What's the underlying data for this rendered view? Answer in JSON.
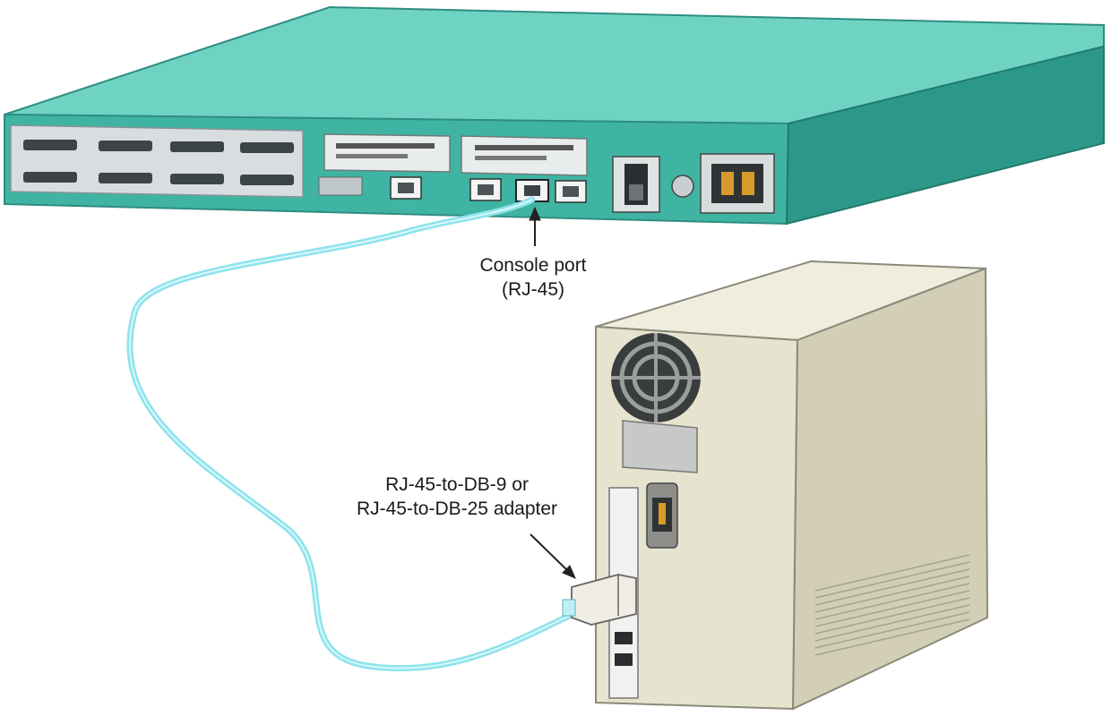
{
  "labels": {
    "console_port_line1": "Console port",
    "console_port_line2": "(RJ-45)",
    "adapter_line1": "RJ-45-to-DB-9 or",
    "adapter_line2": "RJ-45-to-DB-25 adapter"
  },
  "colors": {
    "router_top": "#6fd3c4",
    "router_front": "#3fb4a2",
    "router_side": "#2c9889",
    "cable": "#8ee3ec",
    "pc_case": "#e6e3cf",
    "pc_side": "#d2cfb6",
    "port_panel": "#f1f1f1"
  },
  "icons": [
    "router-chassis",
    "serial-connector-icon",
    "rj45-port-icon",
    "power-switch-icon",
    "power-inlet-icon",
    "fan-grille-icon",
    "pc-power-socket-icon",
    "db-adapter-icon",
    "vent-grille-icon"
  ]
}
